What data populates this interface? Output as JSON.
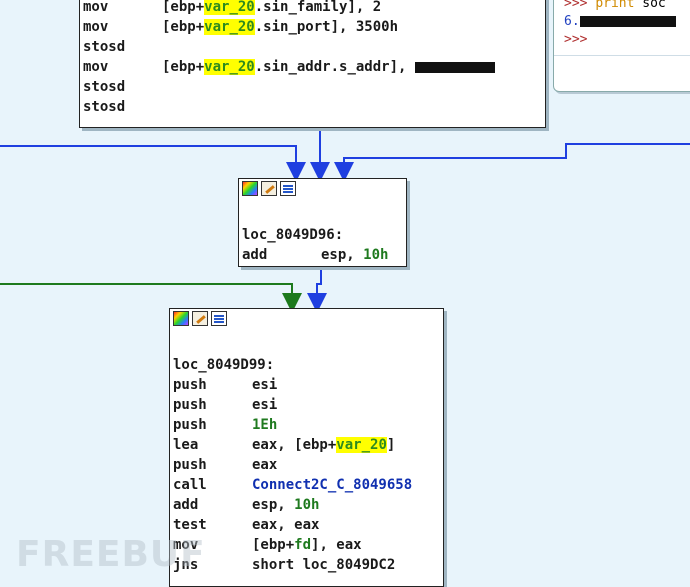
{
  "colors": {
    "canvas_bg": "#e8f4fb",
    "edge_blue": "#1f3fe0",
    "edge_green": "#1d7a1d",
    "edge_red": "#e01010",
    "highlight": "#ffff00"
  },
  "block_top": {
    "lines": [
      {
        "mnemonic": "mov",
        "pre": "[ebp+",
        "hl": "var_20",
        "post": ".sin_family], 2"
      },
      {
        "mnemonic": "mov",
        "pre": "[ebp+",
        "hl": "var_20",
        "post": ".sin_port], 3500h"
      },
      {
        "mnemonic": "stosd"
      },
      {
        "mnemonic": "mov",
        "pre": "[ebp+",
        "hl": "var_20",
        "post": ".sin_addr.s_addr],"
      },
      {
        "mnemonic": "stosd"
      },
      {
        "mnemonic": "stosd"
      }
    ]
  },
  "console": {
    "line1_prompt": ">>>",
    "line1_kw": "print",
    "line1_text": "soc",
    "line2_text": "6.",
    "line3_prompt": ">>>"
  },
  "block_mid": {
    "label": "loc_8049D96:",
    "lines": [
      {
        "mnemonic": "add",
        "operand": "esp, ",
        "num": "10h"
      }
    ]
  },
  "block_bottom": {
    "label": "loc_8049D99:",
    "lines": [
      {
        "mnemonic": "push",
        "operand": "esi"
      },
      {
        "mnemonic": "push",
        "operand": "esi"
      },
      {
        "mnemonic": "push",
        "num": "1Eh"
      },
      {
        "mnemonic": "lea",
        "operand": "eax, [ebp+",
        "hl": "var_20",
        "post": "]"
      },
      {
        "mnemonic": "push",
        "operand": "eax"
      },
      {
        "mnemonic": "call",
        "fn": "Connect2C_C_8049658"
      },
      {
        "mnemonic": "add",
        "operand": "esp, ",
        "num": "10h"
      },
      {
        "mnemonic": "test",
        "operand": "eax, eax"
      },
      {
        "mnemonic": "mov",
        "operand": "[ebp+",
        "hl2": "fd",
        "post": "], eax"
      },
      {
        "mnemonic": "jns",
        "operand": "short loc_8049DC2"
      }
    ]
  },
  "watermark": "FREEBUF"
}
